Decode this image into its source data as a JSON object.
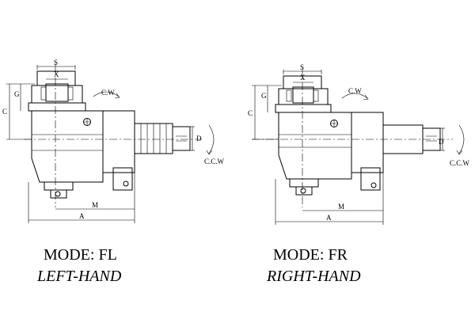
{
  "dimension_labels": {
    "s": "S",
    "x": "X",
    "c": "C",
    "g": "G",
    "d": "D",
    "m": "M",
    "a": "A",
    "cw": "C.W",
    "ccw": "C.C.W"
  },
  "views": [
    {
      "mode": "MODE: FL",
      "hand": "LEFT-HAND"
    },
    {
      "mode": "MODE: FR",
      "hand": "RIGHT-HAND"
    }
  ]
}
